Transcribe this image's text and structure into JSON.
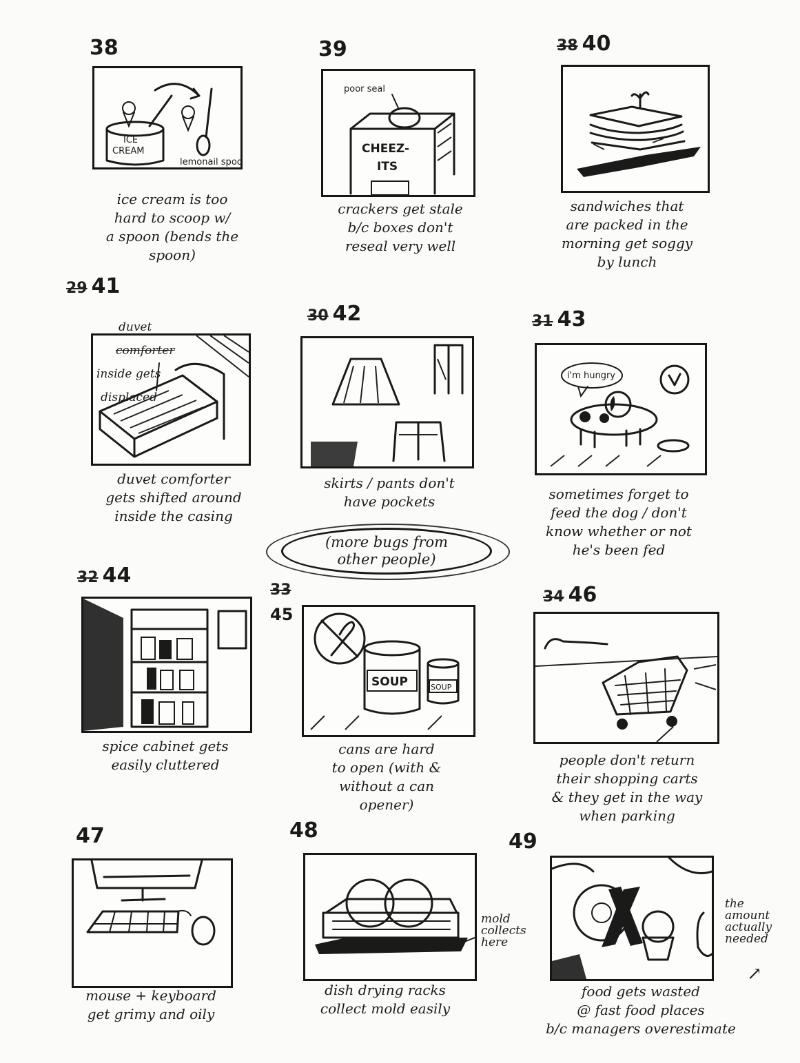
{
  "frames": [
    {
      "num_old": "",
      "num": "38",
      "caption": "ice cream is too\nhard to scoop w/\na spoon (bends the\nspoon)",
      "labels": [
        "ICE",
        "CREAM",
        "lemonail spoon"
      ]
    },
    {
      "num_old": "",
      "num": "39",
      "caption": "crackers get stale\nb/c boxes don't\nreseal very well",
      "labels": [
        "poor seal",
        "CHEEZ-",
        "ITS"
      ]
    },
    {
      "num_old": "38",
      "num": "40",
      "caption": "sandwiches that\nare packed in the\nmorning get soggy\nby lunch",
      "labels": []
    },
    {
      "num_old": "29",
      "num": "41",
      "caption": "duvet comforter\ngets shifted around\ninside the casing",
      "labels": [
        "duvet",
        "comforter",
        "inside gets",
        "displaced"
      ]
    },
    {
      "num_old": "30",
      "num": "42",
      "caption": "skirts / pants don't\nhave pockets",
      "labels": []
    },
    {
      "num_old": "31",
      "num": "43",
      "caption": "sometimes forget to\nfeed the dog / don't\nknow whether or not\nhe's been fed",
      "labels": [
        "i'm hungry"
      ]
    },
    {
      "num_old": "32",
      "num": "44",
      "caption": "spice cabinet gets\neasily cluttered",
      "labels": []
    },
    {
      "num_old": "33",
      "num": "45",
      "caption": "cans are hard\nto open (with &\nwithout a can\nopener)",
      "labels": [
        "SOUP",
        "SOUP"
      ]
    },
    {
      "num_old": "34",
      "num": "46",
      "caption": "people don't return\ntheir shopping carts\n& they get in the way\nwhen parking",
      "labels": []
    },
    {
      "num_old": "",
      "num": "47",
      "caption": "mouse + keyboard\nget grimy and oily",
      "labels": []
    },
    {
      "num_old": "",
      "num": "48",
      "caption": "dish drying racks\ncollect mold easily",
      "labels": [
        "mold\ncollects\nhere"
      ]
    },
    {
      "num_old": "",
      "num": "49",
      "caption": "food gets wasted\n@ fast food places\nb/c managers overestimate",
      "labels": [
        "the\namount\nactually\nneeded"
      ]
    }
  ],
  "center_note": "(more bugs from\nother people)"
}
